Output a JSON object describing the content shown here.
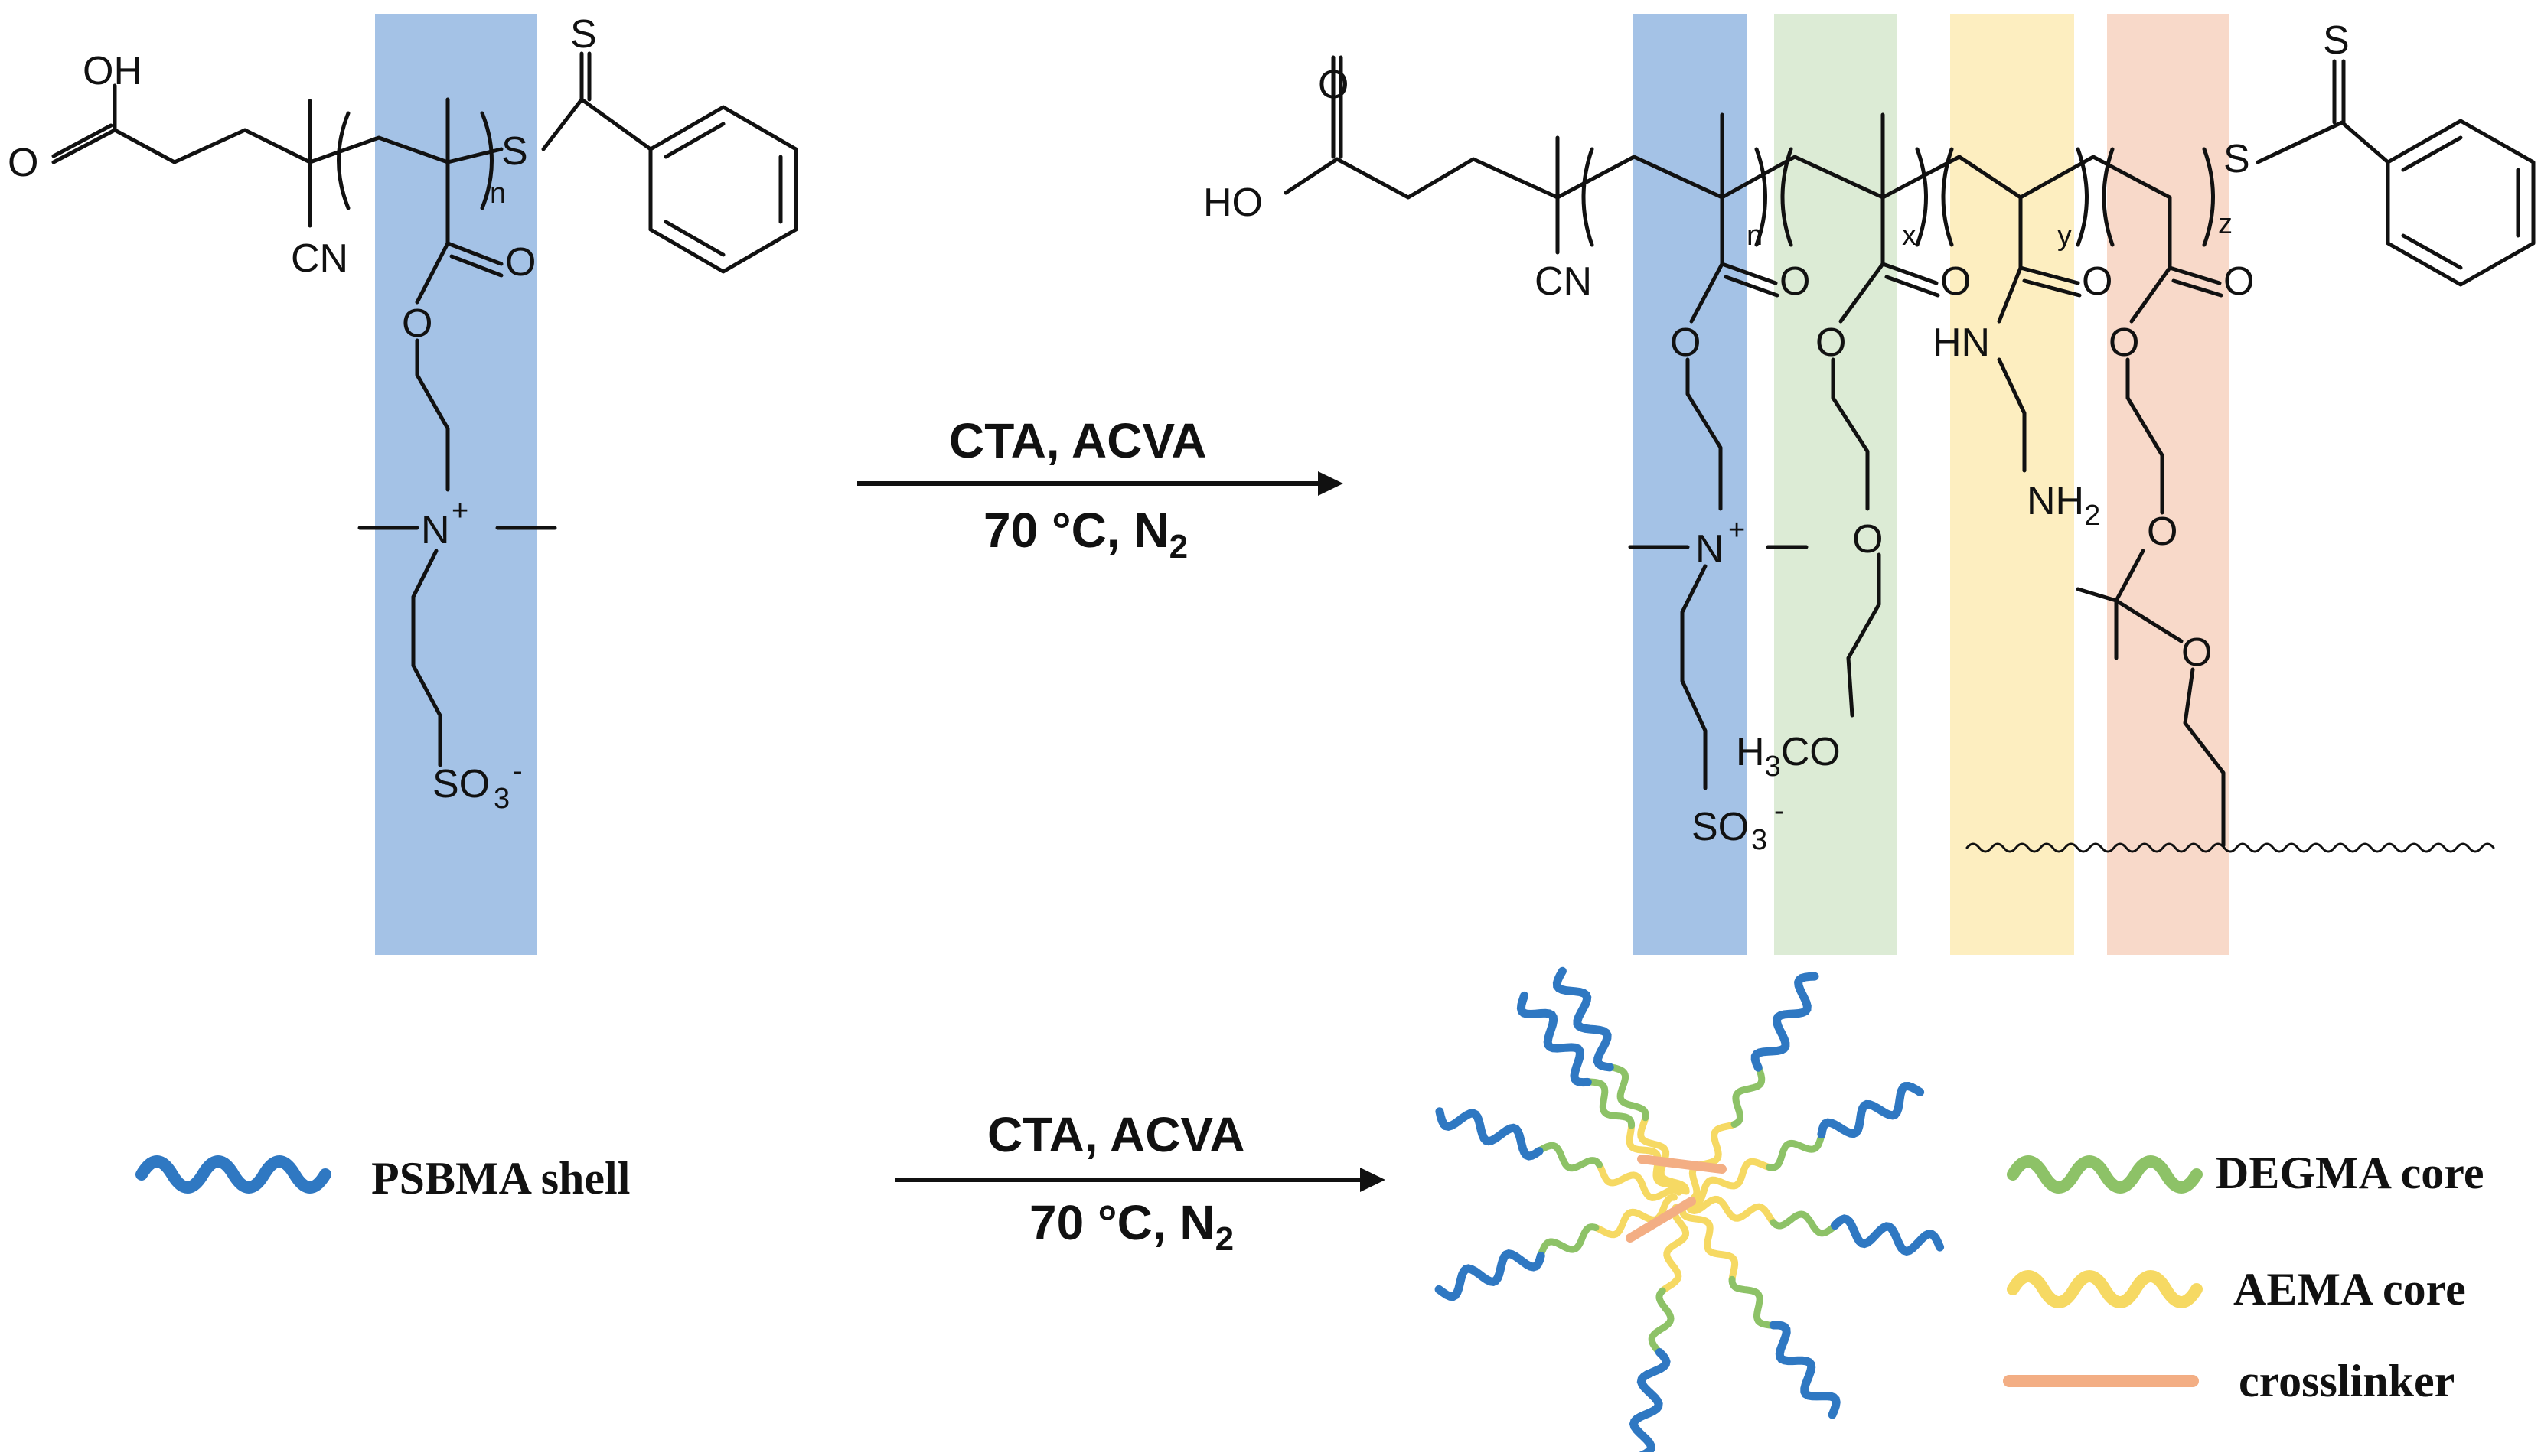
{
  "colors": {
    "psbma_band": "#a4c2e6",
    "degma_band": "#dcebd5",
    "aema_band": "#fdeec0",
    "crosslinker_band": "#f8d9c9",
    "psbma_chain": "#2f78c2",
    "degma_chain": "#8dc267",
    "aema_chain": "#f6d963",
    "crosslinker": "#f3ae84",
    "ink": "#111111"
  },
  "monomer_labels": {
    "oh": "OH",
    "o": "O",
    "s": "S",
    "cn": "CN",
    "n_plus": "N",
    "plus": "+",
    "so3": "SO",
    "sub3": "3",
    "minus": "-",
    "n": "n"
  },
  "polymer_labels": {
    "ho": "HO",
    "o": "O",
    "s": "S",
    "cn": "CN",
    "n_plus": "N",
    "plus": "+",
    "so3": "SO",
    "sub3": "3",
    "minus": "-",
    "hn": "HN",
    "nh2": "NH",
    "sub2": "2",
    "h3co_h": "H",
    "h3co_co": "CO",
    "n": "n",
    "x": "x",
    "y": "y",
    "z": "z"
  },
  "reaction_top": {
    "reagents": "CTA, ACVA",
    "conditions_main": "70 °C, N",
    "conditions_sub": "2"
  },
  "reaction_bottom": {
    "reagents": "CTA, ACVA",
    "conditions_main": "70 °C, N",
    "conditions_sub": "2"
  },
  "legend": {
    "psbma": "PSBMA shell",
    "degma": "DEGMA core",
    "aema": "AEMA core",
    "crosslinker": "crosslinker"
  }
}
